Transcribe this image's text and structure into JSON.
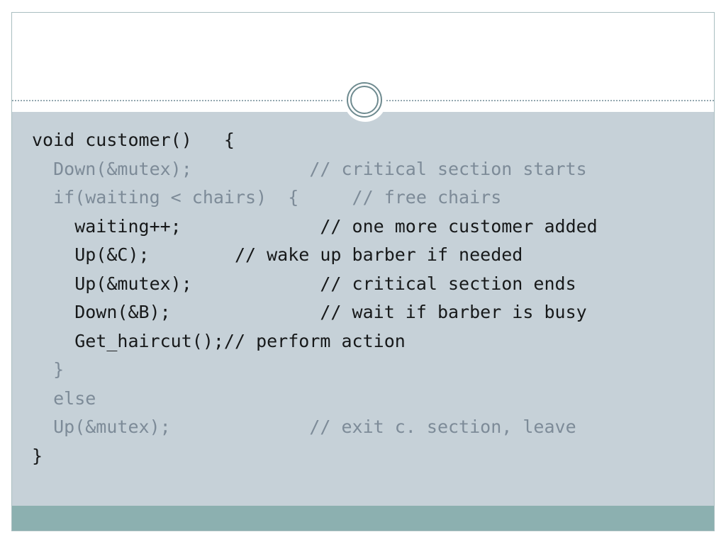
{
  "slide": {
    "title_band_text": "",
    "ornament": {
      "icon": "double-circle-ornament"
    },
    "colors": {
      "frame_border": "#a9bec0",
      "panel_background": "#c6d1d8",
      "accent_bar": "#8cb0b0",
      "ring_stroke": "#6f8b90",
      "code_dark": "#17191a",
      "code_muted": "#7d8b98",
      "divider": "#93a7b0"
    },
    "code": {
      "language": "c",
      "lines": [
        {
          "index": 1,
          "text": "void customer()   {",
          "style": "dark"
        },
        {
          "index": 2,
          "text": "  Down(&mutex);           // critical section starts",
          "style": "muted"
        },
        {
          "index": 3,
          "text": "  if(waiting < chairs)  {     // free chairs",
          "style": "muted"
        },
        {
          "index": 4,
          "text": "    waiting++;             // one more customer added",
          "style": "dark"
        },
        {
          "index": 5,
          "text": "    Up(&C);        // wake up barber if needed",
          "style": "dark"
        },
        {
          "index": 6,
          "text": "    Up(&mutex);            // critical section ends",
          "style": "dark"
        },
        {
          "index": 7,
          "text": "    Down(&B);              // wait if barber is busy",
          "style": "dark"
        },
        {
          "index": 8,
          "text": "    Get_haircut();// perform action",
          "style": "dark"
        },
        {
          "index": 9,
          "text": "  }",
          "style": "muted"
        },
        {
          "index": 10,
          "text": "  else",
          "style": "muted"
        },
        {
          "index": 11,
          "text": "  Up(&mutex);             // exit c. section, leave",
          "style": "muted"
        },
        {
          "index": 12,
          "text": "}",
          "style": "dark"
        }
      ]
    }
  }
}
